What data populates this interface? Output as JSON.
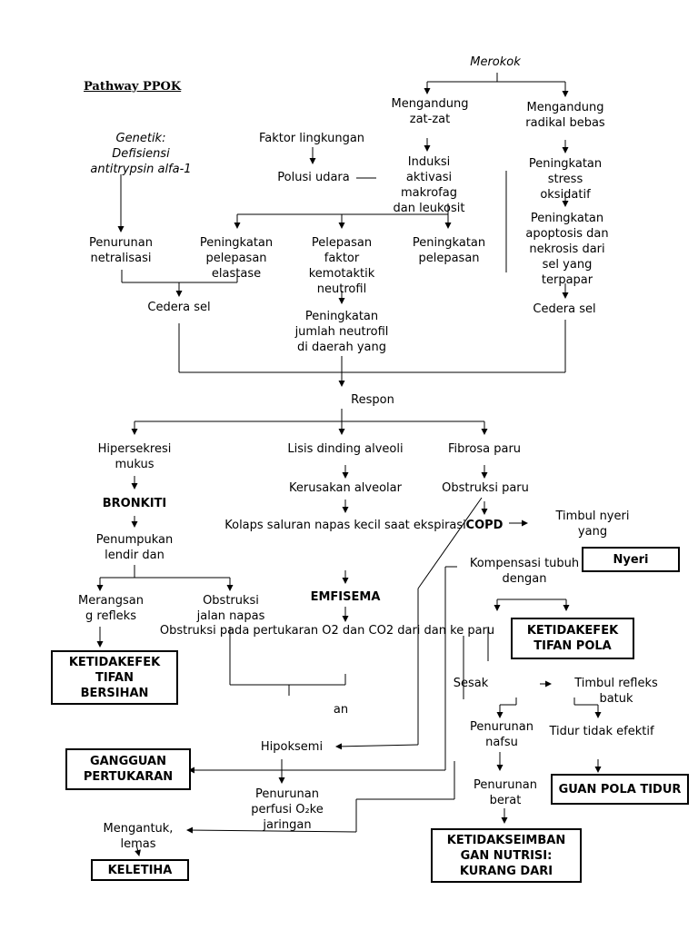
{
  "title": "Pathway PPOK",
  "nodes": {
    "merokok": "Merokok",
    "mengandung_zat": "Mengandung\nzat-zat",
    "mengandung_radikal": "Mengandung\nradikal bebas",
    "genetik": "Genetik:\nDefisiensi\nantitrypsin alfa-1",
    "faktor_lingkungan": "Faktor lingkungan",
    "polusi_udara": "Polusi udara",
    "induksi": "Induksi\naktivasi\nmakrofag\ndan leukosit",
    "stress": "Peningkatan\nstress\noksidatif",
    "apoptosis": "Peningkatan\napoptosis dan\nnekrosis dari\nsel yang\nterpapar",
    "penurunan_netralisasi": "Penurunan\nnetralisasi",
    "peningkatan_pelepasan_1": "Peningkatan\npelepasan\nelastase",
    "pelepasan_faktor": "Pelepasan\nfaktor\nkemotaktik\nneutrofil",
    "peningkatan_pelepasan_2": "Peningkatan\npelepasan",
    "cedera_sel_1": "Cedera sel",
    "cedera_sel_2": "Cedera sel",
    "jumlah_neutrofil": "Peningkatan\njumlah neutrofil\ndi daerah yang",
    "respon": "Respon",
    "hipersekresi": "Hipersekresi\nmukus",
    "lisis": "Lisis dinding alveoli",
    "fibrosa": "Fibrosa paru",
    "bronkitis": "BRONKITI",
    "kerusakan": "Kerusakan alveolar",
    "obstruksi_paru": "Obstruksi paru",
    "penumpukan": "Penumpukan\nlendir dan",
    "kolaps": "Kolaps saluran napas kecil saat ekspirasi",
    "copd": "COPD",
    "timbul_nyeri": "Timbul nyeri\nyang",
    "kompensasi": "Kompensasi tubuh\ndengan",
    "merangsang": "Merangsan\ng refleks",
    "obstruksi_jalan": "Obstruksi\njalan napas",
    "emfisema": "EMFISEMA",
    "obstruksi_pertukaran": "Obstruksi pada pertukaran O2 dan CO2 dari dan ke paru",
    "sesak": "Sesak",
    "timbul_refleks": "Timbul refleks\nbatuk",
    "an": "an",
    "penurunan_nafsu": "Penurunan\nnafsu",
    "tidur_tidak_efektif": "Tidur tidak efektif",
    "hipoksemi": "Hipoksemi",
    "penurunan_berat": "Penurunan\nberat",
    "penurunan_perfusi": "Penurunan\nperfusi O₂ke\njaringan",
    "mengantuk": "Mengantuk,\nlemas"
  },
  "diagnoses": {
    "nyeri": "Nyeri",
    "ketidakefektifan_pola": "KETIDAKEFEK\nTIFAN POLA",
    "ketidakefektifan_bersihan": "KETIDAKEFEK\nTIFAN\nBERSIHAN",
    "gangguan_pertukaran": "GANGGUAN\nPERTUKARAN",
    "gangguan_pola_tidur": "GUAN POLA TIDUR",
    "ketidakseimbangan_nutrisi": "KETIDAKSEIMBAN\nGAN NUTRISI:\nKURANG DARI",
    "keletihan": "KELETIHA"
  }
}
